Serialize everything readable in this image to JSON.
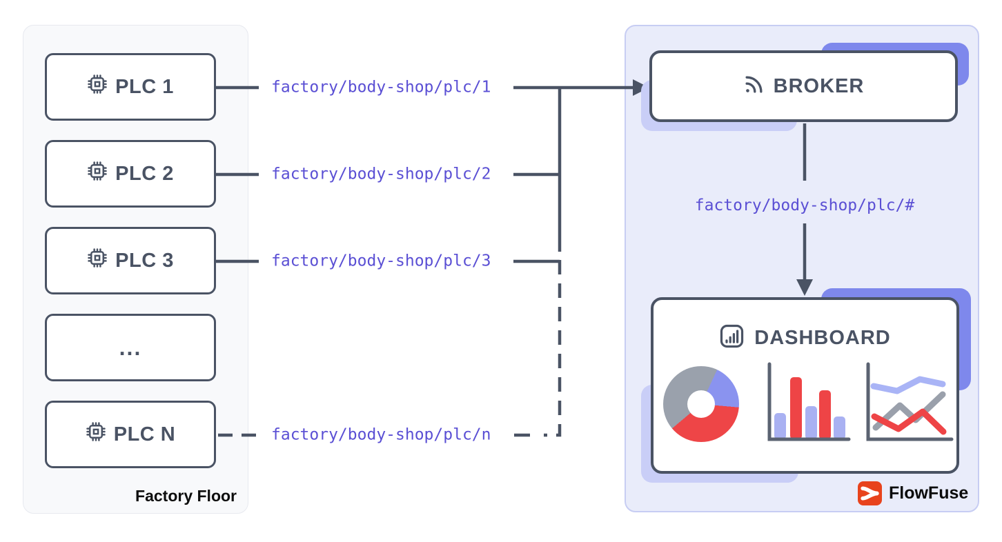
{
  "factory": {
    "panel_label": "Factory Floor",
    "nodes": [
      {
        "id": "plc-1",
        "label": "PLC 1",
        "icon": "cpu-icon"
      },
      {
        "id": "plc-2",
        "label": "PLC 2",
        "icon": "cpu-icon"
      },
      {
        "id": "plc-3",
        "label": "PLC 3",
        "icon": "cpu-icon"
      },
      {
        "id": "plc-ellipsis",
        "label": "...",
        "icon": ""
      },
      {
        "id": "plc-n",
        "label": "PLC N",
        "icon": "cpu-icon"
      }
    ]
  },
  "topics": {
    "plc1": "factory/body-shop/plc/1",
    "plc2": "factory/body-shop/plc/2",
    "plc3": "factory/body-shop/plc/3",
    "plcn": "factory/body-shop/plc/n",
    "wildcard": "factory/body-shop/plc/#"
  },
  "broker": {
    "label": "BROKER",
    "icon": "rss-icon"
  },
  "dashboard": {
    "label": "DASHBOARD",
    "icon": "bar-chart-icon",
    "charts": {
      "donut": {
        "type": "pie",
        "segments": [
          {
            "name": "gray-top",
            "color": "#9aa1ac",
            "start": 0,
            "end": 25
          },
          {
            "name": "periwinkle",
            "color": "#8a93ef",
            "start": 25,
            "end": 95
          },
          {
            "name": "red",
            "color": "#ee4547",
            "start": 95,
            "end": 230
          },
          {
            "name": "gray",
            "color": "#9aa1ac",
            "start": 230,
            "end": 360
          }
        ]
      },
      "bar": {
        "type": "bar",
        "values": [
          38,
          90,
          48,
          71,
          33
        ],
        "colors": [
          "#a9b1f2",
          "#ee4446",
          "#a9b1f2",
          "#ee4446",
          "#a9b1f2"
        ]
      },
      "line": {
        "type": "line",
        "series": [
          {
            "name": "periwinkle",
            "color": "#a9b4f6",
            "points": [
              [
                18,
                40
              ],
              [
                52,
                47
              ],
              [
                85,
                30
              ],
              [
                118,
                37
              ]
            ]
          },
          {
            "name": "gray",
            "color": "#9aa0ab",
            "points": [
              [
                21,
                100
              ],
              [
                56,
                68
              ],
              [
                79,
                89
              ],
              [
                118,
                52
              ]
            ]
          },
          {
            "name": "red",
            "color": "#ee4446",
            "points": [
              [
                19,
                84
              ],
              [
                54,
                102
              ],
              [
                89,
                77
              ],
              [
                119,
                106
              ]
            ]
          }
        ]
      }
    }
  },
  "brand": {
    "name": "FlowFuse"
  },
  "colors": {
    "slate": "#4a5364",
    "topic_indigo": "#5a4fd4",
    "panel_left_bg": "#f8f9fb",
    "panel_right_bg": "#e9ecfa",
    "panel_right_border": "#c7cdf3",
    "accent_dark": "#7e88ec",
    "accent_light": "#c9cef7",
    "brand_red": "#e8431c"
  }
}
